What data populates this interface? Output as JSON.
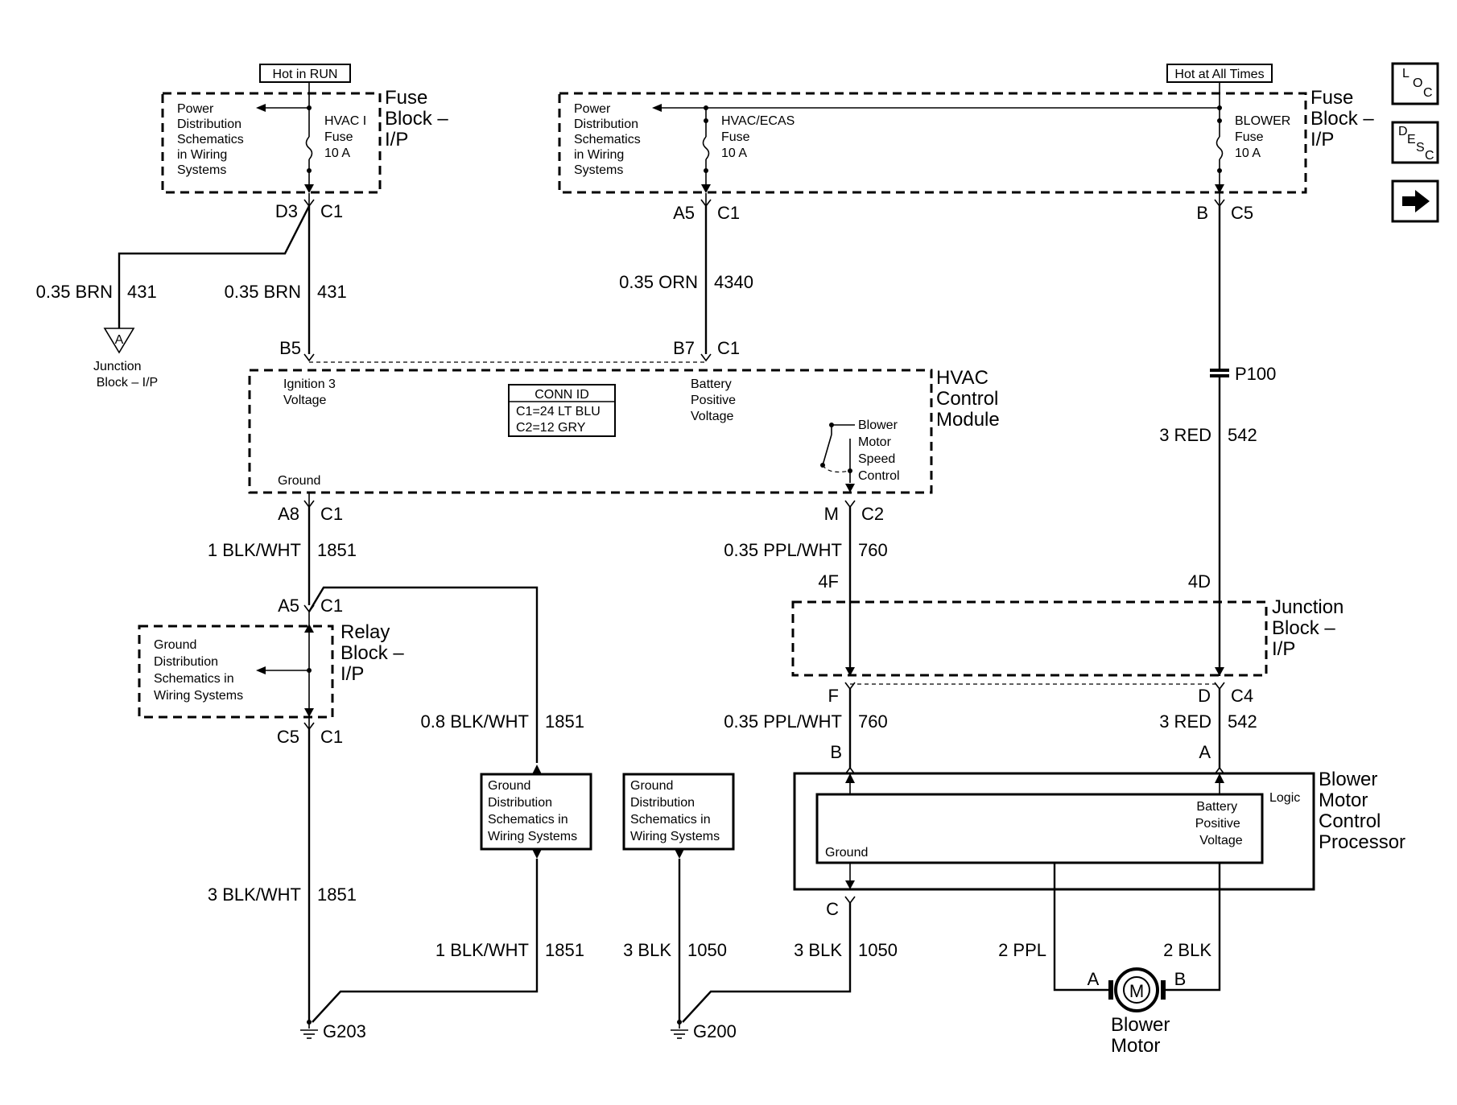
{
  "fuse_left": {
    "hot": "Hot in RUN",
    "power_dist": [
      "Power",
      "Distribution",
      "Schematics",
      "in Wiring",
      "Systems"
    ],
    "fuse": [
      "HVAC I",
      "Fuse",
      "10 A"
    ],
    "block": [
      "Fuse",
      "Block –",
      "I/P"
    ],
    "pin": "D3",
    "conn": "C1"
  },
  "fuse_right": {
    "hot": "Hot at All Times",
    "power_dist": [
      "Power",
      "Distribution",
      "Schematics",
      "in Wiring",
      "Systems"
    ],
    "fuse_a": [
      "HVAC/ECAS",
      "Fuse",
      "10 A"
    ],
    "fuse_b": [
      "BLOWER",
      "Fuse",
      "10 A"
    ],
    "block": [
      "Fuse",
      "Block –",
      "I/P"
    ],
    "pin_a": "A5",
    "conn_a": "C1",
    "pin_b": "B",
    "conn_b": "C5"
  },
  "wires": {
    "w431_junction": {
      "gauge": "0.35 BRN",
      "circuit": "431"
    },
    "w431": {
      "gauge": "0.35 BRN",
      "circuit": "431"
    },
    "w4340": {
      "gauge": "0.35 ORN",
      "circuit": "4340"
    },
    "w542_top": {
      "gauge": "3 RED",
      "circuit": "542"
    },
    "w1851_a": {
      "gauge": "1 BLK/WHT",
      "circuit": "1851"
    },
    "w760_a": {
      "gauge": "0.35 PPL/WHT",
      "circuit": "760"
    },
    "w1851_b": {
      "gauge": "0.8 BLK/WHT",
      "circuit": "1851"
    },
    "w760_b": {
      "gauge": "0.35 PPL/WHT",
      "circuit": "760"
    },
    "w542_bot": {
      "gauge": "3 RED",
      "circuit": "542"
    },
    "w1851_c": {
      "gauge": "3 BLK/WHT",
      "circuit": "1851"
    },
    "w1851_d": {
      "gauge": "1 BLK/WHT",
      "circuit": "1851"
    },
    "w1050_a": {
      "gauge": "3 BLK",
      "circuit": "1050"
    },
    "w1050_b": {
      "gauge": "3 BLK",
      "circuit": "1050"
    },
    "w_ppl": {
      "gauge": "2 PPL"
    },
    "w_blk": {
      "gauge": "2 BLK"
    }
  },
  "junction_a": {
    "letter": "A",
    "label": [
      "Junction",
      "Block – I/P"
    ]
  },
  "hvac": {
    "title": [
      "HVAC",
      "Control",
      "Module"
    ],
    "ign": [
      "Ignition 3",
      "Voltage"
    ],
    "bat": [
      "Battery",
      "Positive",
      "Voltage"
    ],
    "conn_id": [
      "CONN ID",
      "C1=24 LT BLU",
      "C2=12 GRY"
    ],
    "blower_ctrl": [
      "Blower",
      "Motor",
      "Speed",
      "Control"
    ],
    "ground": "Ground",
    "pin_b5": "B5",
    "pin_b7": "B7",
    "conn_b7": "C1",
    "pin_a8": "A8",
    "conn_a8": "C1",
    "pin_m": "M",
    "conn_m": "C2"
  },
  "p100": "P100",
  "relay": {
    "title": [
      "Relay",
      "Block –",
      "I/P"
    ],
    "gd": [
      "Ground",
      "Distribution",
      "Schematics in",
      "Wiring Systems"
    ],
    "pin_a5": "A5",
    "conn_a5": "C1",
    "pin_c5": "C5",
    "conn_c5": "C1"
  },
  "junction_block": {
    "title": [
      "Junction",
      "Block –",
      "I/P"
    ],
    "pin_4f": "4F",
    "pin_4d": "4D",
    "pin_f": "F",
    "pin_d": "D",
    "conn_d": "C4"
  },
  "gd_box1": [
    "Ground",
    "Distribution",
    "Schematics in",
    "Wiring Systems"
  ],
  "gd_box2": [
    "Ground",
    "Distribution",
    "Schematics in",
    "Wiring Systems"
  ],
  "bmcp": {
    "title": [
      "Blower",
      "Motor",
      "Control",
      "Processor"
    ],
    "logic": "Logic",
    "bat": [
      "Battery",
      "Positive",
      "Voltage"
    ],
    "ground": "Ground",
    "pin_b": "B",
    "pin_a": "A",
    "pin_c": "C"
  },
  "motor": {
    "symbol": "M",
    "pin_a": "A",
    "pin_b": "B",
    "label": [
      "Blower",
      "Motor"
    ]
  },
  "grounds": {
    "g203": "G203",
    "g200": "G200"
  },
  "nav": {
    "loc": [
      "L",
      "O",
      "C"
    ],
    "desc": [
      "D",
      "E",
      "S",
      "C"
    ],
    "next_icon": "arrow-right-icon"
  }
}
